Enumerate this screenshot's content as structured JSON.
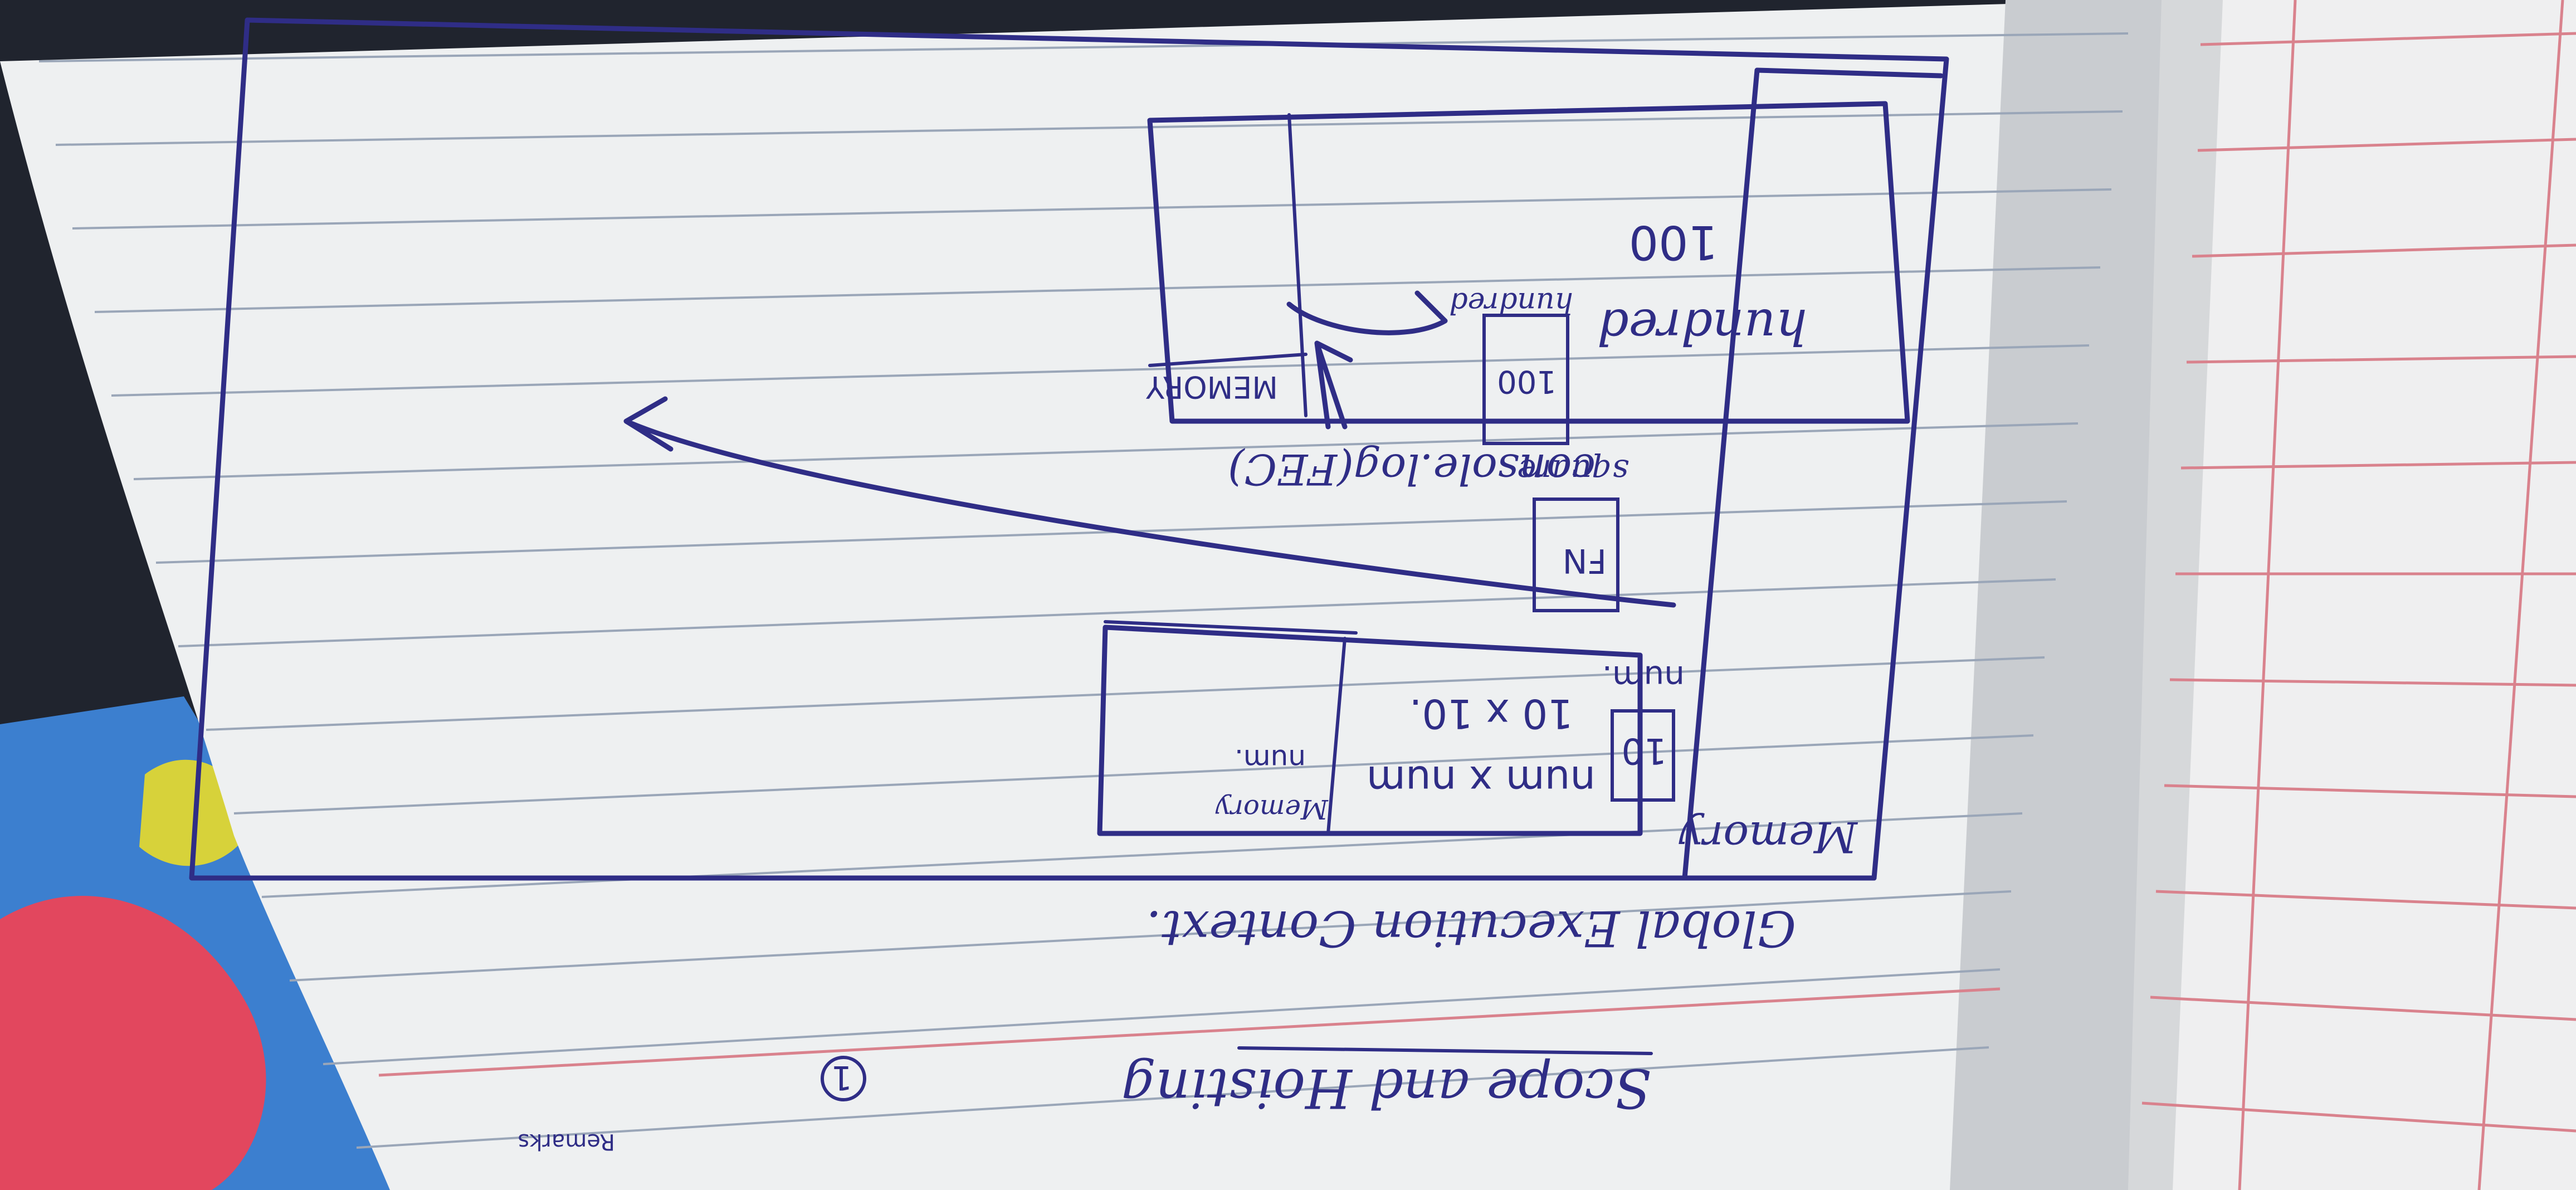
{
  "notebook": {
    "heading": "Scope and Hoisting",
    "page_number": "1",
    "caption": "Global Execution Context.",
    "margin_word": "Remarks",
    "colors": {
      "ink": "#2f2d86",
      "paper": "#eef0f1",
      "red_rule": "#d9828d",
      "blue_rule": "#9aa6b8"
    }
  },
  "global_context": {
    "memory_header": "Memory",
    "memory_items": [
      {
        "name": "num.",
        "value": "10"
      },
      {
        "name": "square",
        "value": "FN"
      },
      {
        "name": "hundred",
        "value": "100"
      }
    ],
    "console_call": "console.log(FEC)"
  },
  "function_context": {
    "memory_label": "Memory",
    "memory_value": "num.",
    "code_lines": [
      "num x num",
      "10 x 10."
    ]
  },
  "console_context": {
    "memory_label": "MEMORY",
    "code_lines": [
      "hundred",
      "100"
    ]
  }
}
